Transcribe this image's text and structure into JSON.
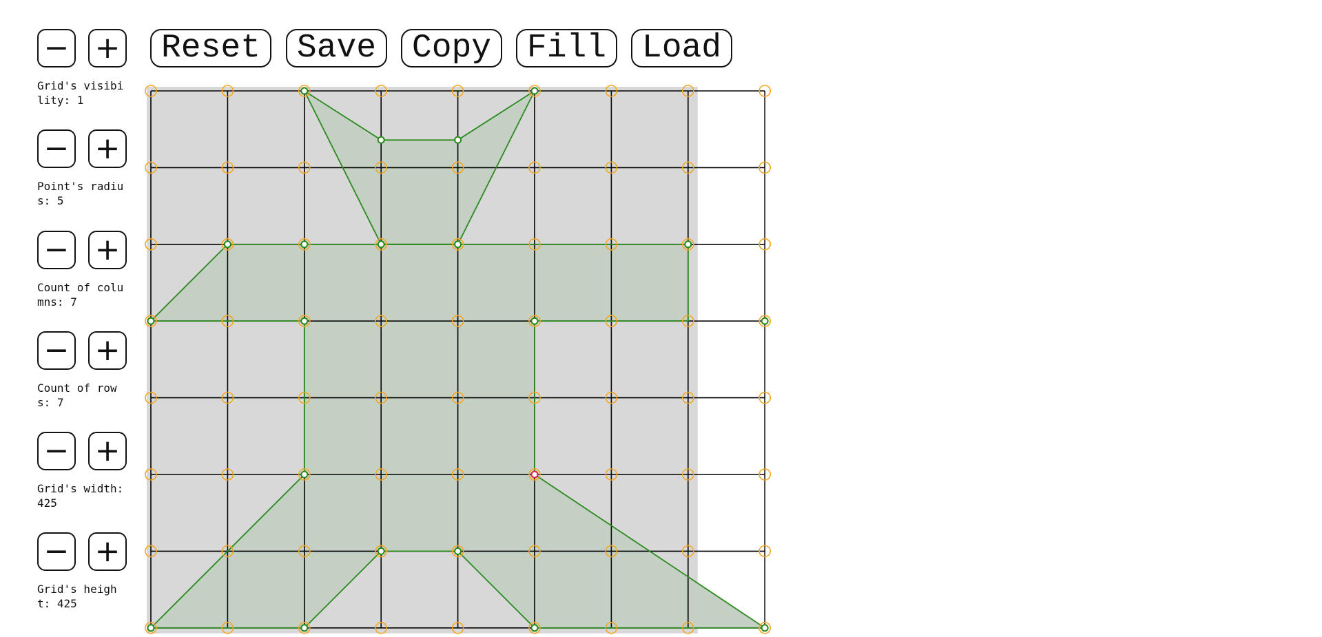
{
  "toolbar": {
    "reset_label": "Reset",
    "save_label": "Save",
    "copy_label": "Copy",
    "fill_label": "Fill",
    "load_label": "Load"
  },
  "controls": [
    {
      "key": "grid-visibility",
      "minus": "−",
      "plus": "+",
      "label": "Grid's visibility: 1"
    },
    {
      "key": "point-radius",
      "minus": "−",
      "plus": "+",
      "label": "Point's radius: 5"
    },
    {
      "key": "column-count",
      "minus": "−",
      "plus": "+",
      "label": "Count of columns: 7"
    },
    {
      "key": "row-count",
      "minus": "−",
      "plus": "+",
      "label": "Count of rows: 7"
    },
    {
      "key": "grid-width",
      "minus": "−",
      "plus": "+",
      "label": "Grid's width: 425"
    },
    {
      "key": "grid-height",
      "minus": "−",
      "plus": "+",
      "label": "Grid's height: 425"
    }
  ],
  "grid": {
    "columns": 7,
    "rows": 7,
    "background_color": "#d8d8d8",
    "line_color": "#000000",
    "point_color": "#f5a623",
    "shape_stroke_color": "#2a8a1e",
    "shape_fill_color": "#c4d0c4",
    "selected_point_color": "#e0203a"
  },
  "shapes": [
    {
      "points": [
        [
          2,
          0
        ],
        [
          3,
          0.64
        ],
        [
          4,
          0.64
        ],
        [
          5,
          0
        ],
        [
          4,
          2
        ],
        [
          3,
          2
        ]
      ]
    },
    {
      "points": [
        [
          1,
          2
        ],
        [
          7,
          2
        ],
        [
          7,
          3
        ],
        [
          5,
          3
        ],
        [
          5,
          5
        ],
        [
          8,
          7
        ],
        [
          5,
          7
        ],
        [
          4,
          6
        ],
        [
          3,
          6
        ],
        [
          2,
          7
        ],
        [
          0,
          7
        ],
        [
          2,
          5
        ],
        [
          2,
          3
        ],
        [
          0,
          3
        ]
      ]
    }
  ],
  "active_points": [
    [
      2,
      0
    ],
    [
      5,
      0
    ],
    [
      3,
      0.64
    ],
    [
      4,
      0.64
    ],
    [
      1,
      2
    ],
    [
      2,
      2
    ],
    [
      3,
      2
    ],
    [
      4,
      2
    ],
    [
      7,
      2
    ],
    [
      0,
      3
    ],
    [
      2,
      3
    ],
    [
      5,
      3
    ],
    [
      8,
      3
    ],
    [
      2,
      5
    ],
    [
      3,
      6
    ],
    [
      4,
      6
    ],
    [
      0,
      7
    ],
    [
      2,
      7
    ],
    [
      5,
      7
    ],
    [
      8,
      7
    ]
  ],
  "selected_point": [
    5,
    5
  ]
}
